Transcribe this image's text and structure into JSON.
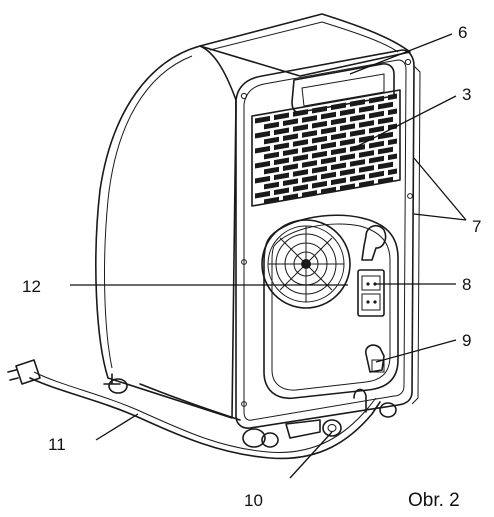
{
  "figure": {
    "caption": "Obr. 2",
    "callouts": [
      {
        "id": "6",
        "label": "6"
      },
      {
        "id": "3",
        "label": "3"
      },
      {
        "id": "7",
        "label": "7"
      },
      {
        "id": "8",
        "label": "8"
      },
      {
        "id": "9",
        "label": "9"
      },
      {
        "id": "10",
        "label": "10"
      },
      {
        "id": "11",
        "label": "11"
      },
      {
        "id": "12",
        "label": "12"
      }
    ]
  }
}
